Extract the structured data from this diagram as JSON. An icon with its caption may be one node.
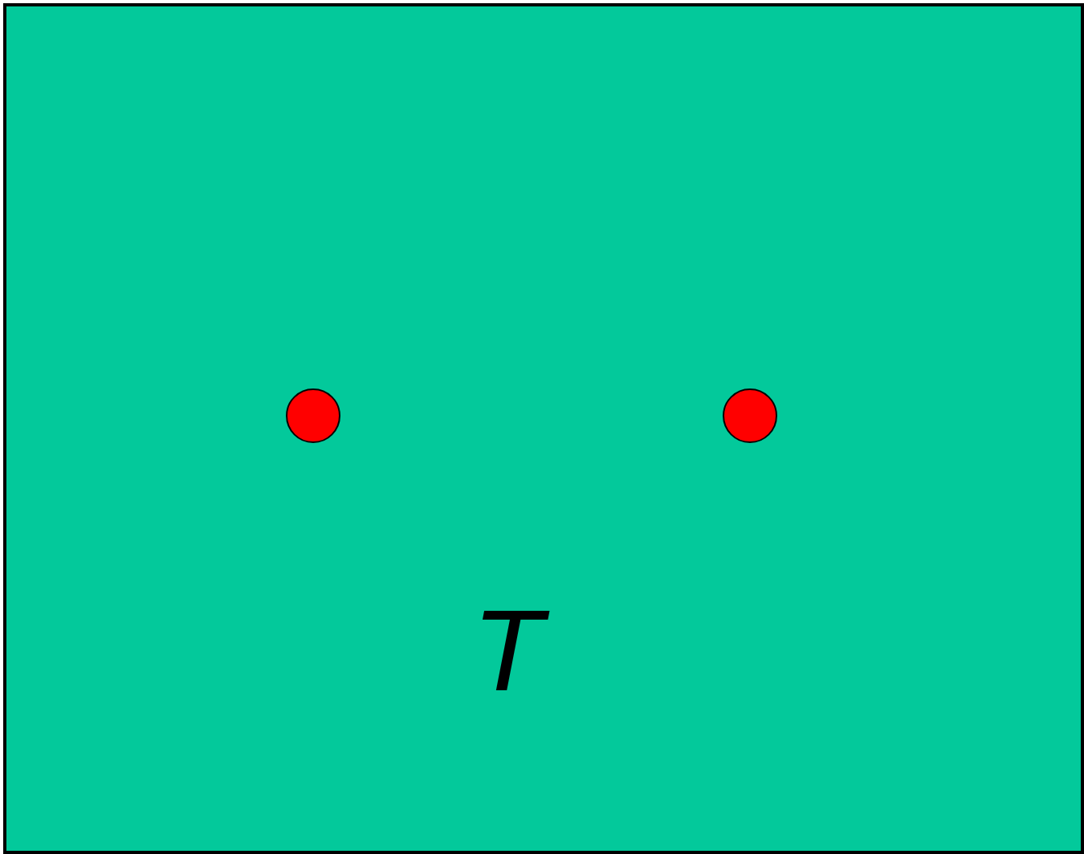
{
  "diagram": {
    "nodes": [
      {
        "text": [
          "T"
        ]
      },
      {
        "text": [],
        "shape": "circle",
        "in": 0
      },
      {
        "text": [],
        "shape": "circle",
        "in": 0
      }
    ],
    "edges": []
  }
}
